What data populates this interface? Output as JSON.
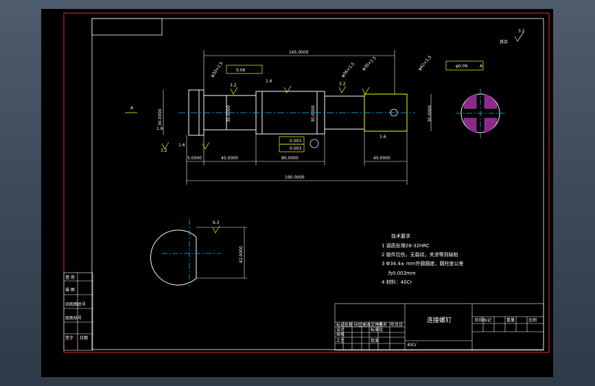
{
  "drawing": {
    "title": "连接螺钉",
    "material": "40Cr",
    "roughness_note": "其余",
    "roughness_value": "3.2"
  },
  "dimensions": {
    "d165": "165.0000",
    "d190": "190.0000",
    "d45": "45.0000",
    "d80": "80.0000",
    "d40": "40.0000",
    "d5": "5.0000",
    "d30a": "30.0000",
    "d30b": "30.0000",
    "d30c": "30.0000",
    "d30d": "30.0000",
    "d42": "42.0000",
    "phi1": "φ30×1.5",
    "phi2": "φ36×1.5",
    "phi3": "φ30×1.5",
    "phi4": "φ42×1.5"
  },
  "tolerances": {
    "perp": "0.06",
    "round1": "0.003",
    "cyl1": "0.003",
    "pos": "φ0.06",
    "datum": "A"
  },
  "roughness": [
    "3.2",
    "3.2",
    "3.2",
    "6.3",
    "1.6",
    "1.6",
    "1.6",
    "1.6"
  ],
  "tech_req": {
    "heading": "技术要求",
    "items": [
      "1 调质处理28-32HRC",
      "2 锻件拉伤，无裂纹，夹渣等到缺陷",
      "3 Φ34.4± mm外圆圆度，圆柱度公差",
      "为0.003mm",
      "4 材料：40Cr"
    ]
  },
  "side_labels": [
    "借 用",
    "描 图",
    "旧底图总号",
    "底图总号",
    "签字",
    "日期"
  ],
  "title_block": {
    "labels": [
      "标记",
      "处数",
      "分区",
      "更改文件号",
      "签名",
      "年月日",
      "设计",
      "标准化",
      "审核",
      "工艺",
      "批准",
      "阶段标记",
      "重量",
      "比例"
    ]
  }
}
